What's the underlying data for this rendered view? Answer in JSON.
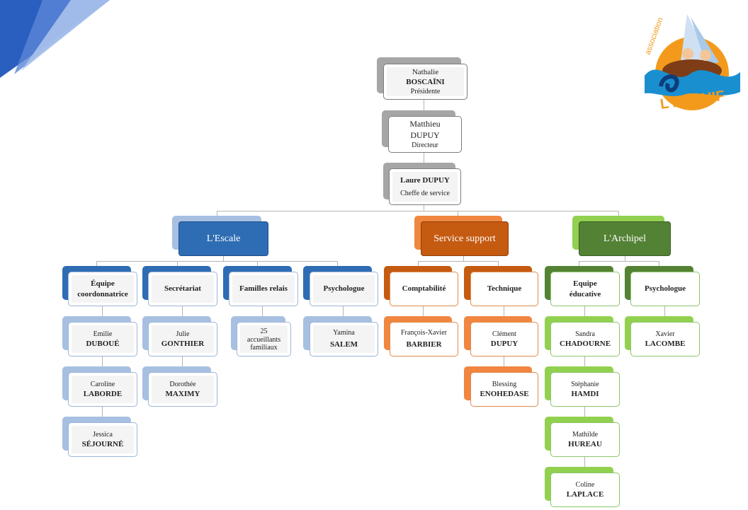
{
  "colors": {
    "blue_dark": "#2e6db4",
    "blue_light": "#a7c0e1",
    "orange_dark": "#c55a11",
    "orange_light": "#f08640",
    "green_dark": "#548235",
    "green_light": "#92d050",
    "gray": "#a6a6a6"
  },
  "top": {
    "president": {
      "first": "Nathalie",
      "last": "BOSCAÏNI",
      "role": "Présidente"
    },
    "director": {
      "first": "Matthieu",
      "last": "DUPUY",
      "role": "Directeur"
    },
    "head_of_service": {
      "name": "Laure DUPUY",
      "role": "Cheffe de service"
    }
  },
  "branches": {
    "escale": {
      "title": "L'Escale",
      "units": [
        {
          "label": "Équipe coordonnatrice",
          "people": [
            {
              "first": "Emilie",
              "last": "DUBOUÉ"
            },
            {
              "first": "Caroline",
              "last": "LABORDE"
            },
            {
              "first": "Jessica",
              "last": "SÉJOURNÉ"
            }
          ]
        },
        {
          "label": "Secrétariat",
          "people": [
            {
              "first": "Julie",
              "last": "GONTHIER"
            },
            {
              "first": "Dorothée",
              "last": "MAXIMY"
            }
          ]
        },
        {
          "label": "Familles relais",
          "people": [
            {
              "first": "25",
              "last": "accueillants familiaux"
            }
          ]
        },
        {
          "label": "Psychologue",
          "people": [
            {
              "first": "Yamina",
              "last": "SALEM"
            }
          ]
        }
      ]
    },
    "support": {
      "title": "Service support",
      "units": [
        {
          "label": "Comptabilité",
          "people": [
            {
              "first": "François-Xavier",
              "last": "BARBIER"
            }
          ]
        },
        {
          "label": "Technique",
          "people": [
            {
              "first": "Clément",
              "last": "DUPUY"
            },
            {
              "first": "Blessing",
              "last": "ENOHEDASE"
            }
          ]
        }
      ]
    },
    "archipel": {
      "title": "L'Archipel",
      "units": [
        {
          "label": "Equipe éducative",
          "people": [
            {
              "first": "Sandra",
              "last": "CHADOURNE"
            },
            {
              "first": "Stéphanie",
              "last": "HAMDI"
            },
            {
              "first": "Mathilde",
              "last": "HUREAU"
            },
            {
              "first": "Coline",
              "last": "LAPLACE"
            }
          ]
        },
        {
          "label": "Psychologue",
          "people": [
            {
              "first": "Xavier",
              "last": "LACOMBE"
            }
          ]
        }
      ]
    }
  },
  "logo": {
    "line1": "association",
    "line2": "L'ESQUIF"
  }
}
